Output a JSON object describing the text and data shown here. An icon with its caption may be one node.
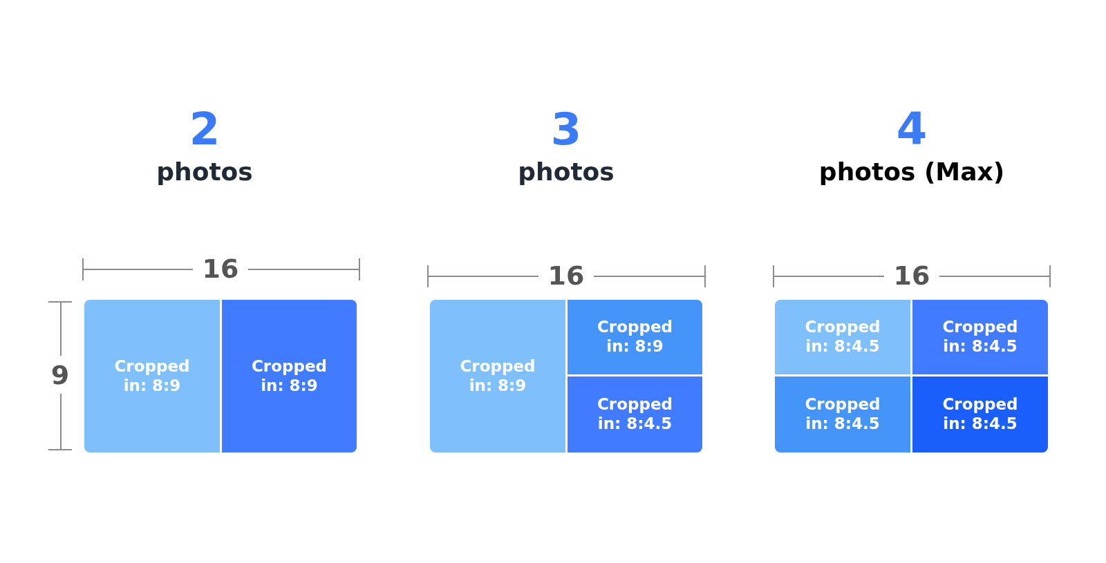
{
  "diagram": {
    "nodes": [
      {
        "text": [
          "Cropped in: 8:9"
        ]
      },
      {
        "text": [
          "Cropped in: 8:9"
        ]
      },
      {
        "text": [
          "Cropped in: 8:9"
        ]
      },
      {
        "text": [
          "Cropped in: 8:9"
        ]
      },
      {
        "text": [
          "Cropped in: 8:4.5"
        ]
      },
      {
        "text": [
          "Cropped in: 8:4.5"
        ]
      },
      {
        "text": [
          "Cropped in: 8:4.5"
        ]
      },
      {
        "text": [
          "Cropped in: 8:4.5"
        ]
      },
      {
        "text": [
          "Cropped in: 8:4.5"
        ]
      }
    ],
    "edges": [],
    "labels": [
      "2",
      "photos",
      "3",
      "photos",
      "4",
      "photos (Max)",
      "16",
      "16",
      "16",
      "9"
    ]
  }
}
